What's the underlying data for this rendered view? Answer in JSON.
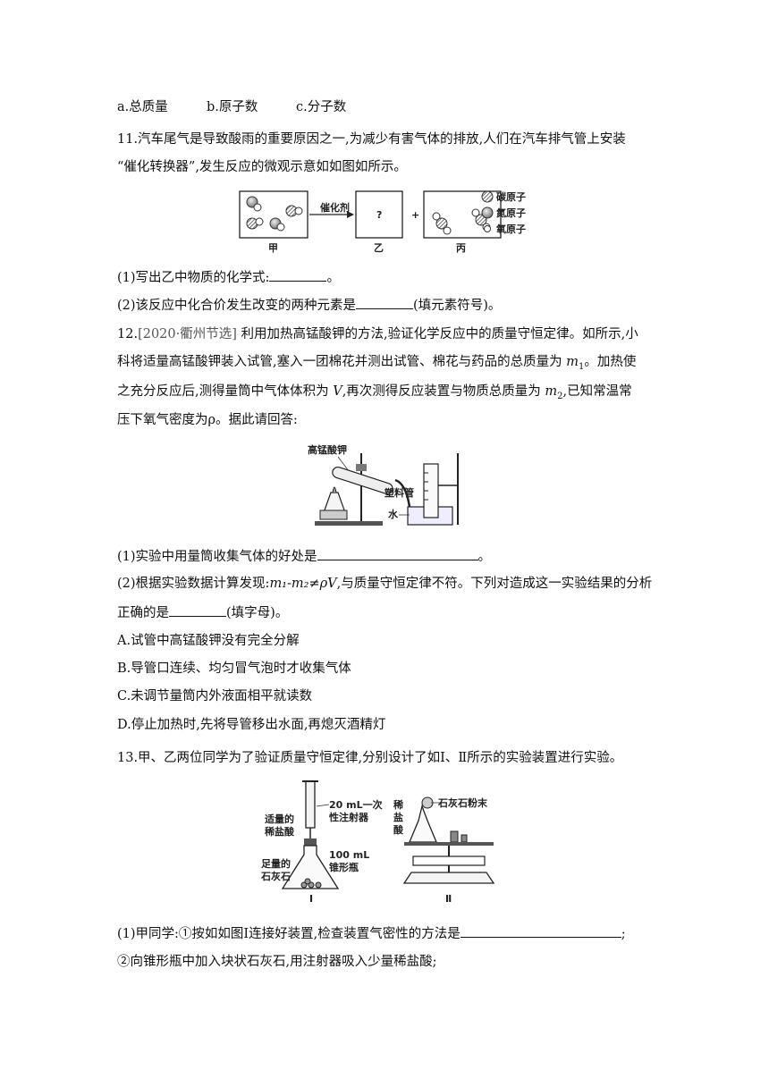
{
  "q10_options": [
    "a.总质量",
    "b.原子数",
    "c.分子数"
  ],
  "q11": {
    "stem_line1": "11.汽车尾气是导致酸雨的重要原因之一,为减少有害气体的排放,人们在汽车排气管上安装",
    "stem_line2": "“催化转换器”,发生反应的微观示意如如图如所示。",
    "figure": {
      "arrow_label": "催化剂",
      "box_jia": "甲",
      "box_yi": "乙",
      "box_bing": "丙",
      "question_mark": "?",
      "plus": "+",
      "legend": [
        "碳原子",
        "氮原子",
        "氧原子"
      ]
    },
    "sub1_before": "(1)写出乙中物质的化学式:",
    "sub1_after": "。",
    "sub2_before": "(2)该反应中化合价发生改变的两种元素是",
    "sub2_after": "(填元素符号)。"
  },
  "q12": {
    "num": "12.",
    "source": "[2020·衢州节选]",
    "line1_text": "  利用加热高锰酸钾的方法,验证化学反应中的质量守恒定律。如所示,小",
    "line2_a": "科将适量高锰酸钾装入试管,塞入一团棉花并测出试管、棉花与药品的总质量为 ",
    "m1": "m",
    "m1_sub": "1",
    "line2_b": "。加热使",
    "line3_a": "之充分反应后,测得量筒中气体体积为 ",
    "V": "V",
    "line3_b": ",再次测得反应装置与物质总质量为 ",
    "m2": "m",
    "m2_sub": "2",
    "line3_c": ",已知常温常",
    "line4": "压下氧气密度为ρ。据此请回答:",
    "figure": {
      "label_kmno4": "高锰酸钾",
      "label_tube": "塑料管",
      "label_water": "水"
    },
    "sub1_before": "(1)实验中用量筒收集气体的好处是",
    "sub1_after": "。",
    "sub2_line1_a": "(2)根据实验数据计算发现:",
    "sub2_formula": "m₁-m₂≠ρV",
    "sub2_line1_b": ",与质量守恒定律不符。下列对造成这一实验结果的分析",
    "sub2_line2_before": "正确的是",
    "sub2_line2_after": "(填字母)。",
    "options": [
      "A.试管中高锰酸钾没有完全分解",
      "B.导管口连续、均匀冒气泡时才收集气体",
      "C.未调节量筒内外液面相平就读数",
      "D.停止加热时,先将导管移出水面,再熄灭酒精灯"
    ]
  },
  "q13": {
    "stem": "13.甲、乙两位同学为了验证质量守恒定律,分别设计了如Ⅰ、Ⅱ所示的实验装置进行实验。",
    "figure": {
      "acid_1": "适量的",
      "acid_2": "稀盐酸",
      "syringe_1": "20 mL一次",
      "syringe_2": "性注射器",
      "flask_1": "100 mL",
      "flask_2": "锥形瓶",
      "stone_1": "足量的",
      "stone_2": "石灰石",
      "label_I": "Ⅰ",
      "acid2_a": "稀",
      "acid2_b": "盐",
      "acid2_c": "酸",
      "powder": "石灰石粉末",
      "label_II": "Ⅱ"
    },
    "sub1_before": "(1)甲同学:①按如如图Ⅰ连接好装置,检查装置气密性的方法是",
    "sub1_after": ";",
    "sub1_step2": "②向锥形瓶中加入块状石灰石,用注射器吸入少量稀盐酸;"
  }
}
